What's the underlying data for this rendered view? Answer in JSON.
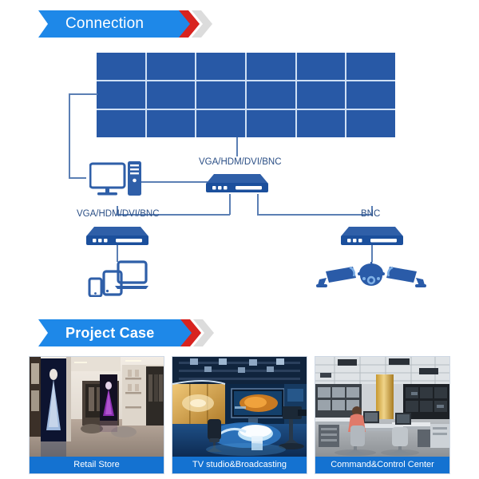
{
  "sections": [
    {
      "id": "connection",
      "title": "Connection"
    },
    {
      "id": "project_case",
      "title": "Project Case"
    }
  ],
  "colors": {
    "banner_blue": "#1e88e8",
    "banner_red": "#d8231f",
    "banner_grey": "#dcdcdc",
    "wall_blue": "#2859a6",
    "device_blue": "#1b4f9c",
    "line_blue": "#5b7fb4",
    "label_blue": "#2b4f86",
    "caption_blue": "#1472d1"
  },
  "diagram": {
    "video_wall": {
      "name": "video-wall",
      "columns": 6,
      "rows": 3,
      "screens": 18
    },
    "labels": {
      "center_device": "VGA/HDM/DVI/BNC",
      "left_device": "VGA/HDM/DVI/BNC",
      "right_device": "BNC"
    },
    "nodes": [
      {
        "name": "pc-workstation",
        "type": "computer"
      },
      {
        "name": "center-controller",
        "type": "device"
      },
      {
        "name": "left-controller",
        "type": "device"
      },
      {
        "name": "right-controller",
        "type": "device"
      },
      {
        "name": "mobile-devices",
        "type": "devices-group"
      },
      {
        "name": "cameras",
        "type": "camera-group",
        "count": 3
      }
    ]
  },
  "cases": [
    {
      "caption": "Retail Store"
    },
    {
      "caption": "TV studio&Broadcasting"
    },
    {
      "caption": "Command&Control Center"
    }
  ]
}
